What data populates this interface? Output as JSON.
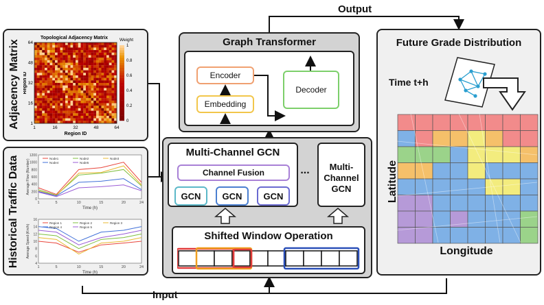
{
  "labels": {
    "output": "Output",
    "input": "Input",
    "adjacency_matrix": "Adjacency Matrix",
    "historical_traffic": "Historical Traffic Data",
    "graph_transformer": "Graph Transformer",
    "encoder": "Encoder",
    "embedding": "Embedding",
    "decoder": "Decoder",
    "mc_gcn": "Multi-Channel GCN",
    "channel_fusion": "Channel Fusion",
    "gcn": "GCN",
    "dots": "...",
    "mc_gcn_short_1": "Multi-",
    "mc_gcn_short_2": "Channel",
    "mc_gcn_short_3": "GCN",
    "shifted_window": "Shifted Window Operation",
    "future_grade": "Future Grade Distribution",
    "time": "Time t+h",
    "latitude": "Latitude",
    "longitude": "Longitude"
  },
  "matrix_chart": {
    "title": "Topological Adjacency Matrix",
    "ylabel": "Region ID",
    "xlabel": "Region ID",
    "ticks": [
      "1",
      "16",
      "32",
      "48",
      "64"
    ],
    "colorbar_title": "Weight",
    "colorbar_ticks": [
      "1",
      "0.8",
      "0.6",
      "0.4",
      "0.2",
      "0"
    ]
  },
  "chart_data": [
    {
      "type": "line",
      "ylabel": "Average Flow (Number)",
      "xlabel": "Time (h)",
      "x": [
        1,
        5,
        10,
        15,
        20,
        24
      ],
      "xticks": [
        "1",
        "5",
        "10",
        "15",
        "20",
        "24"
      ],
      "yticks": [
        "0",
        "200",
        "400",
        "600",
        "800",
        "1000",
        "1200"
      ],
      "ylim": [
        0,
        1200
      ],
      "series": [
        {
          "name": "Node1",
          "color": "#e8443a",
          "values": [
            300,
            120,
            800,
            850,
            1000,
            450
          ]
        },
        {
          "name": "Node2",
          "color": "#7fbf3f",
          "values": [
            250,
            100,
            650,
            700,
            800,
            350
          ]
        },
        {
          "name": "Node3",
          "color": "#e8b830",
          "values": [
            220,
            90,
            700,
            720,
            900,
            380
          ]
        },
        {
          "name": "Node4",
          "color": "#3f6fd8",
          "values": [
            200,
            80,
            450,
            480,
            550,
            250
          ]
        },
        {
          "name": "Node5",
          "color": "#9a5bd6",
          "values": [
            180,
            60,
            300,
            330,
            380,
            220
          ]
        }
      ]
    },
    {
      "type": "line",
      "ylabel": "Average Speed (Km/h)",
      "xlabel": "Time (h)",
      "x": [
        1,
        5,
        10,
        15,
        20,
        24
      ],
      "xticks": [
        "1",
        "5",
        "10",
        "15",
        "20",
        "24"
      ],
      "yticks": [
        "4",
        "6",
        "8",
        "10",
        "12",
        "14",
        "16"
      ],
      "ylim": [
        4,
        16
      ],
      "series": [
        {
          "name": "Region 1",
          "color": "#e8443a",
          "values": [
            10,
            9.5,
            7,
            9,
            9.5,
            10
          ]
        },
        {
          "name": "Region 2",
          "color": "#7fbf3f",
          "values": [
            12,
            11.5,
            8,
            10.5,
            11,
            12
          ]
        },
        {
          "name": "Region 3",
          "color": "#e8b830",
          "values": [
            11,
            10.5,
            6.5,
            9.5,
            10,
            11
          ]
        },
        {
          "name": "Region 4",
          "color": "#3f6fd8",
          "values": [
            14,
            13.5,
            10,
            12.5,
            13,
            14
          ]
        },
        {
          "name": "Region 5",
          "color": "#9a5bd6",
          "values": [
            13,
            12.5,
            9,
            11,
            12,
            13
          ]
        }
      ]
    }
  ],
  "grid_colors": {
    "red": "#f28b8b",
    "orange": "#f5c06a",
    "yellow": "#f3ec7e",
    "green": "#9bd38a",
    "blue": "#7fb1e6",
    "purple": "#b69ad8"
  },
  "grade_grid": [
    [
      "red",
      "red",
      "red",
      "red",
      "red",
      "red",
      "red",
      "red"
    ],
    [
      "blue",
      "red",
      "orange",
      "orange",
      "yellow",
      "orange",
      "red",
      "red"
    ],
    [
      "green",
      "green",
      "green",
      "blue",
      "yellow",
      "yellow",
      "yellow",
      "orange"
    ],
    [
      "orange",
      "orange",
      "blue",
      "blue",
      "yellow",
      "blue",
      "blue",
      "blue"
    ],
    [
      "blue",
      "blue",
      "blue",
      "blue",
      "blue",
      "yellow",
      "yellow",
      "blue"
    ],
    [
      "purple",
      "purple",
      "blue",
      "blue",
      "blue",
      "blue",
      "blue",
      "blue"
    ],
    [
      "purple",
      "purple",
      "blue",
      "purple",
      "blue",
      "blue",
      "blue",
      "green"
    ],
    [
      "purple",
      "purple",
      "blue",
      "blue",
      "blue",
      "blue",
      "blue",
      "green"
    ]
  ],
  "colors": {
    "encoder": "#f0a070",
    "embedding": "#f2c64a",
    "decoder": "#7ccf6a",
    "fusion": "#a880d6",
    "gcn1": "#5bb8c8",
    "gcn2": "#4a7fd0",
    "gcn3": "#6a6ad0",
    "win_red": "#e23c3c",
    "win_orange": "#f0a020",
    "win_blue": "#2a4fb8"
  }
}
